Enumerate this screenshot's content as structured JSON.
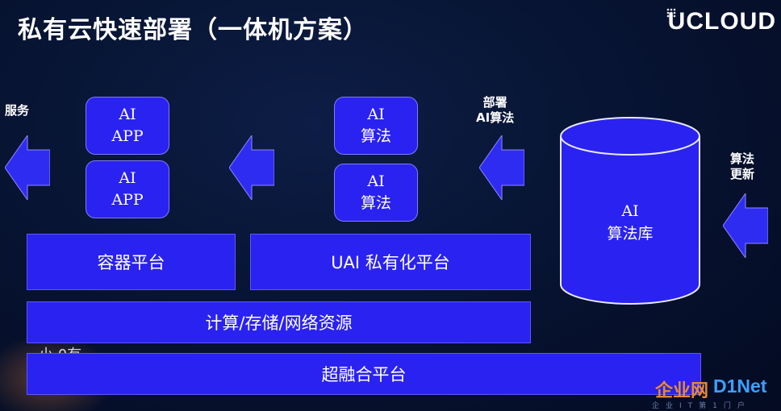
{
  "header": {
    "title": "私有云快速部署（一体机方案）",
    "logo": "UCLOUD"
  },
  "labels": {
    "services": "服务",
    "deploy_line1": "部署",
    "deploy_line2": "AI算法",
    "update_line1": "算法",
    "update_line2": "更新"
  },
  "app_boxes": [
    {
      "line1": "AI",
      "line2": "APP"
    },
    {
      "line1": "AI",
      "line2": "APP"
    }
  ],
  "algo_boxes": [
    {
      "line1": "AI",
      "line2": "算法"
    },
    {
      "line1": "AI",
      "line2": "算法"
    }
  ],
  "database": {
    "line1": "AI",
    "line2": "算法库"
  },
  "bars": {
    "container": "容器平台",
    "uai": "UAI 私有化平台",
    "compute": "计算/存储/网络资源",
    "hyper": "超融合平台"
  },
  "background_text": "小 0有",
  "watermark": {
    "cn": "企业网",
    "en": "D1Net",
    "sub": "企业IT第1门户"
  },
  "colors": {
    "box_blue": "#2a22f0",
    "arrow_blue": "#2f2cf2",
    "background": "#071433"
  }
}
